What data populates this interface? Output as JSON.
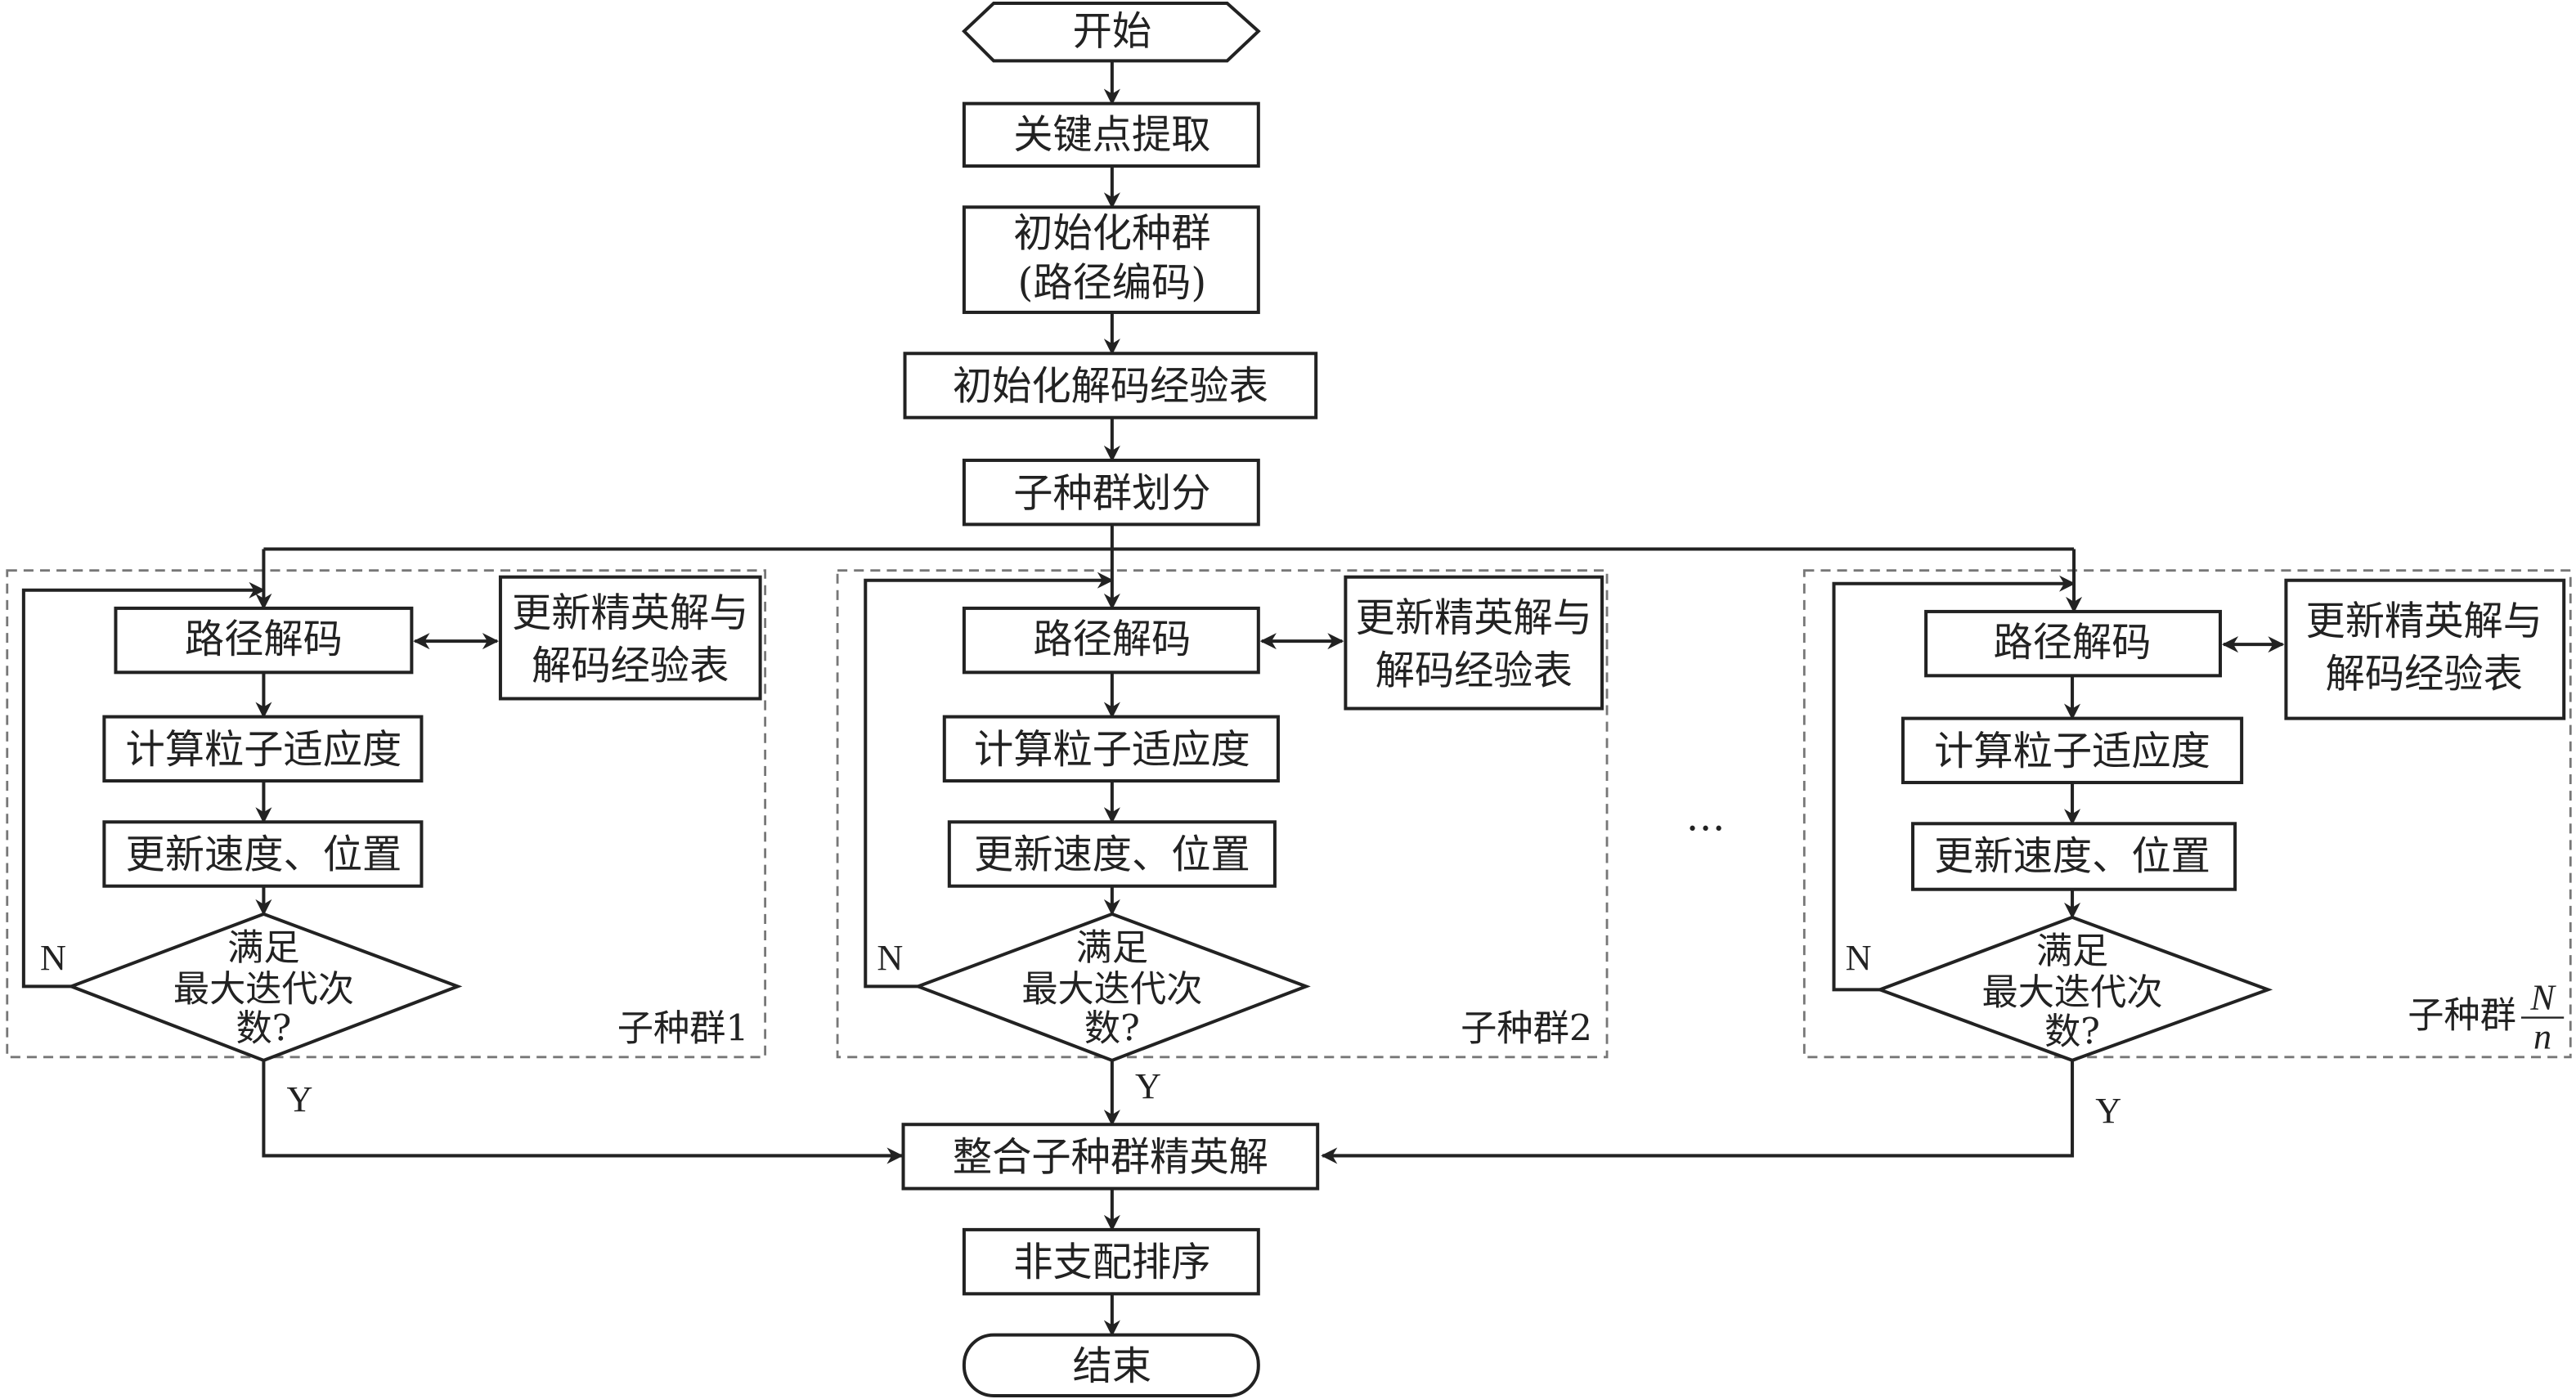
{
  "main_flow": {
    "start": "开始",
    "keypoint": "关键点提取",
    "init_pop_line1": "初始化种群",
    "init_pop_line2": "(路径编码)",
    "init_table": "初始化解码经验表",
    "split": "子种群划分",
    "merge": "整合子种群精英解",
    "sort": "非支配排序",
    "end": "结束"
  },
  "subpopulations": [
    {
      "label": "子种群1"
    },
    {
      "label": "子种群2"
    },
    {
      "label": "子种群",
      "label_fraction_num": "N",
      "label_fraction_den": "n"
    }
  ],
  "sub_steps": {
    "decode": "路径解码",
    "update_elite_line1": "更新精英解与",
    "update_elite_line2": "解码经验表",
    "fitness": "计算粒子适应度",
    "update_vel": "更新速度、位置",
    "cond_line1": "满足",
    "cond_line2": "最大迭代次",
    "cond_line3": "数?",
    "no": "N",
    "yes": "Y"
  },
  "ellipsis": "…"
}
